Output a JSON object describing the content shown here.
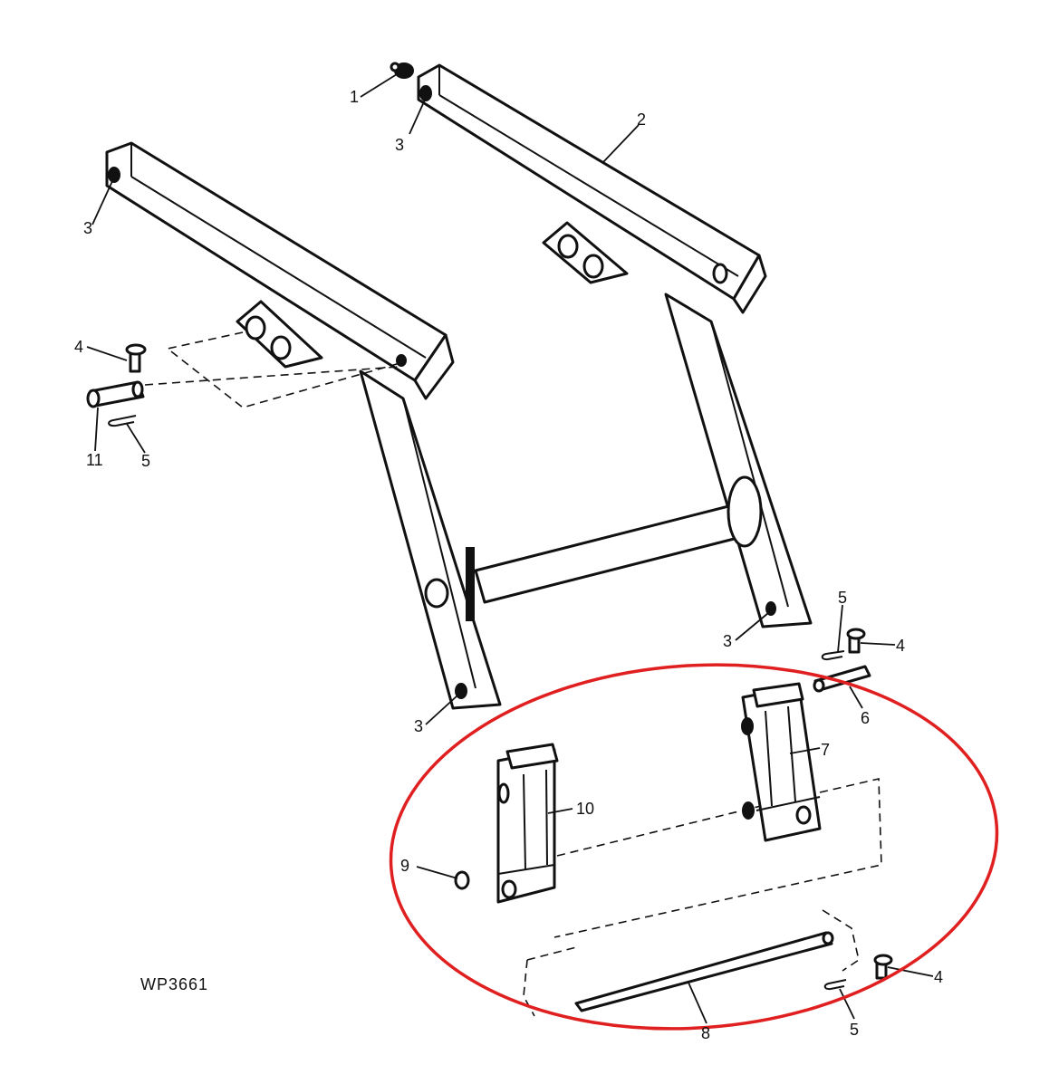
{
  "figure_code": "WP3661",
  "callouts": [
    {
      "id": "c1",
      "label": "1"
    },
    {
      "id": "c2",
      "label": "2"
    },
    {
      "id": "c3a",
      "label": "3"
    },
    {
      "id": "c3b",
      "label": "3"
    },
    {
      "id": "c3c",
      "label": "3"
    },
    {
      "id": "c3d",
      "label": "3"
    },
    {
      "id": "c4a",
      "label": "4"
    },
    {
      "id": "c4b",
      "label": "4"
    },
    {
      "id": "c4c",
      "label": "4"
    },
    {
      "id": "c5a",
      "label": "5"
    },
    {
      "id": "c5b",
      "label": "5"
    },
    {
      "id": "c5c",
      "label": "5"
    },
    {
      "id": "c6",
      "label": "6"
    },
    {
      "id": "c7",
      "label": "7"
    },
    {
      "id": "c8",
      "label": "8"
    },
    {
      "id": "c9",
      "label": "9"
    },
    {
      "id": "c10",
      "label": "10"
    },
    {
      "id": "c11",
      "label": "11"
    }
  ],
  "highlight": {
    "color": "#e02020",
    "shape": "ellipse"
  },
  "line_color": "#111111"
}
